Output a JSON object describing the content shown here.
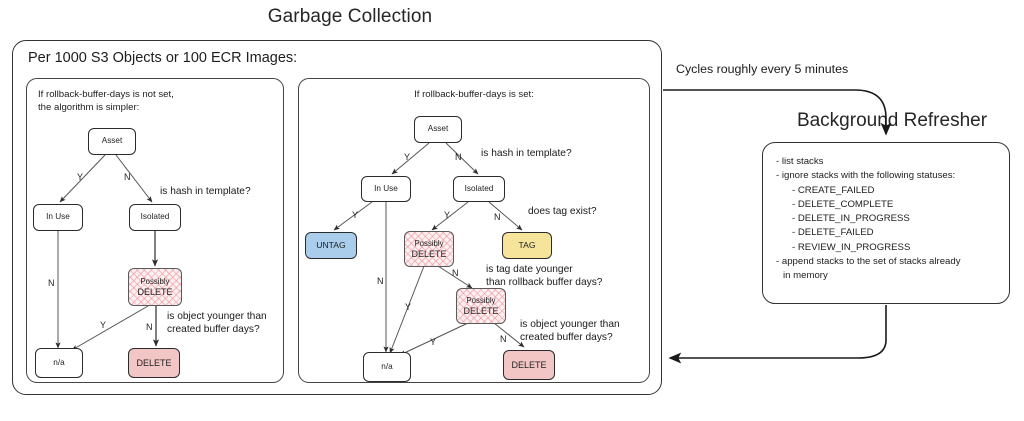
{
  "titles": {
    "garbage_collection": "Garbage Collection",
    "background_refresher": "Background Refresher"
  },
  "outer_panel": {
    "label": "Per 1000 S3 Objects or 100 ECR Images:"
  },
  "left_panel": {
    "caption_line1": "If rollback-buffer-days is not set,",
    "caption_line2": "the algorithm is simpler:",
    "nodes": {
      "asset": "Asset",
      "in_use": "In Use",
      "isolated": "Isolated",
      "possibly": "Possibly",
      "possibly_delete": "DELETE",
      "na": "n/a",
      "delete": "DELETE"
    },
    "edge_labels": {
      "asset_y": "Y",
      "asset_n": "N",
      "in_use_n": "N",
      "possibly_y": "Y",
      "possibly_n": "N"
    },
    "questions": {
      "hash_in_template": "is hash in template?",
      "object_younger_1": "is object younger than",
      "object_younger_2": "created buffer days?"
    }
  },
  "right_panel": {
    "caption": "If rollback-buffer-days is set:",
    "nodes": {
      "asset": "Asset",
      "in_use": "In Use",
      "isolated": "Isolated",
      "untag": "UNTAG",
      "possibly_a_1": "Possibly",
      "possibly_a_2": "DELETE",
      "tag": "TAG",
      "possibly_b_1": "Possibly",
      "possibly_b_2": "DELETE",
      "na": "n/a",
      "delete": "DELETE"
    },
    "edge_labels": {
      "asset_y": "Y",
      "asset_n": "N",
      "in_use_y": "Y",
      "in_use_n": "N",
      "isolated_y": "Y",
      "isolated_n": "N",
      "possibly_a_y": "Y",
      "possibly_a_n": "N",
      "possibly_b_y": "Y",
      "possibly_b_n": "N"
    },
    "questions": {
      "hash_in_template": "is hash in template?",
      "does_tag_exist": "does tag exist?",
      "tag_date_1": "is tag date younger",
      "tag_date_2": "than rollback buffer days?",
      "object_younger_1": "is object younger than",
      "object_younger_2": "created buffer days?"
    }
  },
  "cycles_label": "Cycles roughly every 5 minutes",
  "refresher": {
    "lines": [
      {
        "text": "- list stacks",
        "indent": "none"
      },
      {
        "text": "- ignore stacks with the following statuses:",
        "indent": "none"
      },
      {
        "text": "- CREATE_FAILED",
        "indent": "sub"
      },
      {
        "text": "- DELETE_COMPLETE",
        "indent": "sub"
      },
      {
        "text": "- DELETE_IN_PROGRESS",
        "indent": "sub"
      },
      {
        "text": "- DELETE_FAILED",
        "indent": "sub"
      },
      {
        "text": "- REVIEW_IN_PROGRESS",
        "indent": "sub"
      },
      {
        "text": "- append stacks to the set of stacks already",
        "indent": "none"
      },
      {
        "text": "in memory",
        "indent": "cont"
      }
    ]
  },
  "colors": {
    "blue": "#a9cdeb",
    "yellow": "#f7e49b",
    "red": "#f3c6c6",
    "hatch_pink": "#fdf0f1",
    "stroke": "#2b2b2b"
  }
}
